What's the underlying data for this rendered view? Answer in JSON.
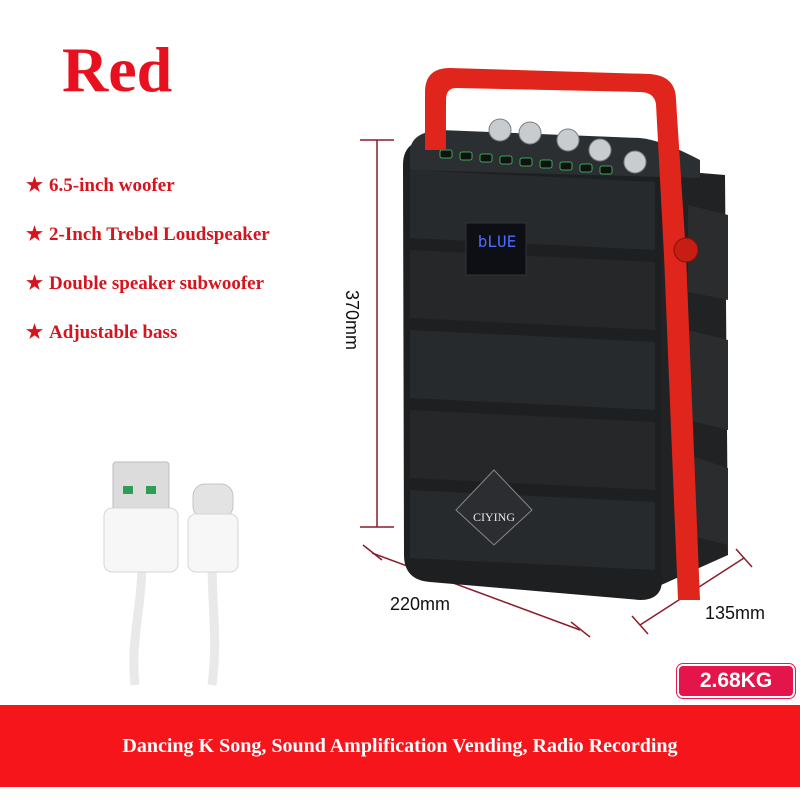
{
  "title": "Red",
  "features": [
    {
      "star": "★",
      "text": "6.5-inch woofer"
    },
    {
      "star": "★",
      "text": "2-Inch Trebel Loudspeaker"
    },
    {
      "star": "★",
      "text": "Double speaker subwoofer"
    },
    {
      "star": "★",
      "text": "Adjustable bass"
    }
  ],
  "dimensions": {
    "height": "370mm",
    "width": "220mm",
    "depth": "135mm"
  },
  "weight": "2.68KG",
  "display_text": "bLUE",
  "brand": "CIYING",
  "tagline": "Dancing K Song, Sound Amplification Vending, Radio Recording",
  "colors": {
    "accent_red": "#e8101f",
    "badge": "#e3154a",
    "bar": "#f5151b",
    "body": "#1d1f21",
    "display": "#4a6bff"
  }
}
